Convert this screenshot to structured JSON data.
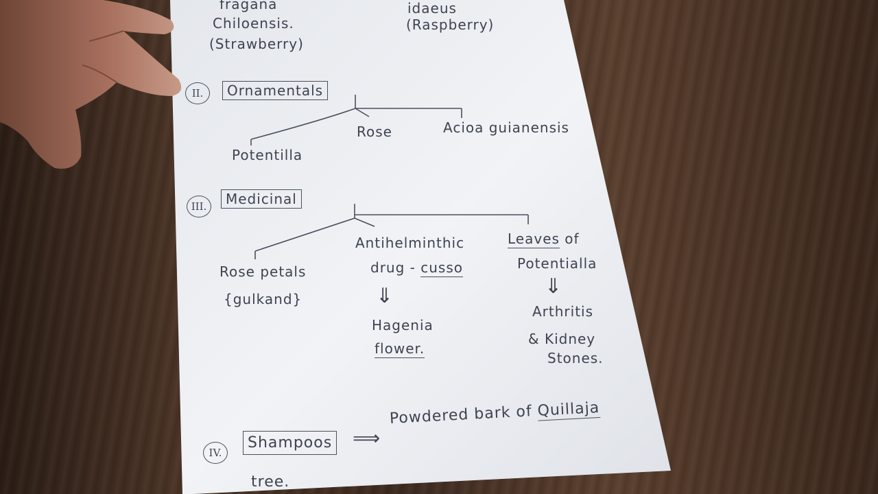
{
  "colors": {
    "ink": "#3e4350",
    "paper": "#eceef2",
    "table_dark": "#2b1d15",
    "table_light": "#5a3f2e",
    "skin": "#b98572"
  },
  "top": {
    "col1": [
      "fragana",
      "Chiloensis.",
      "(Strawberry)"
    ],
    "col2": [
      "idaeus",
      "(Raspberry)"
    ]
  },
  "sections": {
    "s2": {
      "numeral": "II.",
      "heading": "Ornamentals",
      "branches": [
        "Potentilla",
        "Rose",
        "Acioa guianensis"
      ]
    },
    "s3": {
      "numeral": "III.",
      "heading": "Medicinal",
      "b1": [
        "Rose petals",
        "{gulkand}"
      ],
      "b2": {
        "line1": "Antihelminthic",
        "line2_pre": "drug - ",
        "line2_u": "cusso",
        "arrow": "⇓",
        "line3": "Hagenia",
        "line4": "flower."
      },
      "b3": {
        "line1_u": "Leaves",
        "line1_post": " of",
        "line2": "Potentialla",
        "arrow": "⇓",
        "line3": "Arthritis",
        "line4": "& Kidney",
        "line5": "Stones."
      }
    },
    "s4": {
      "numeral": "IV.",
      "heading": "Shampoos",
      "arrow": "⟹",
      "text_pre": "Powdered bark of ",
      "text_u": "Quillaja",
      "line2": "tree."
    }
  }
}
